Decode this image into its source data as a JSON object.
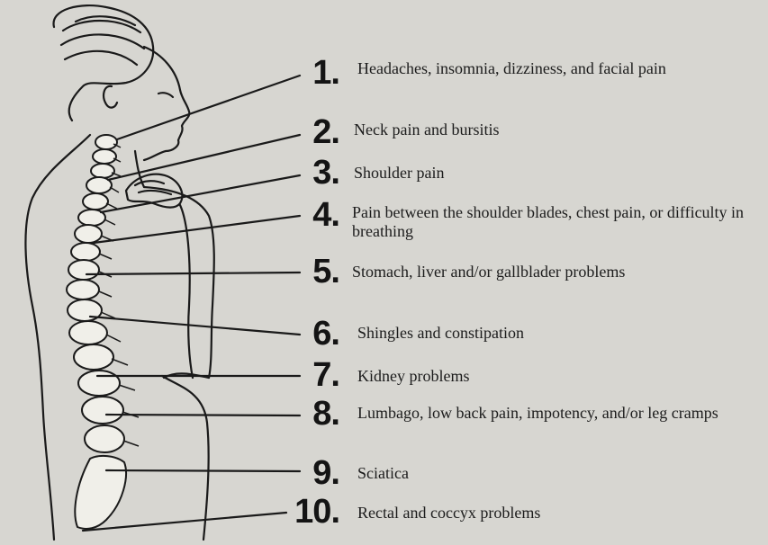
{
  "colors": {
    "background": "#d7d6d1",
    "ink": "#1a1a1a"
  },
  "items": [
    {
      "number": "1.",
      "text": "Headaches, insomnia, dizziness, and facial pain"
    },
    {
      "number": "2.",
      "text": "Neck pain and bursitis"
    },
    {
      "number": "3.",
      "text": "Shoulder pain"
    },
    {
      "number": "4.",
      "text": "Pain between the shoulder blades, chest pain, or difficulty in breathing"
    },
    {
      "number": "5.",
      "text": "Stomach, liver and/or gallblader problems"
    },
    {
      "number": "6.",
      "text": "Shingles and constipation"
    },
    {
      "number": "7.",
      "text": "Kidney problems"
    },
    {
      "number": "8.",
      "text": "Lumbago, low back pain, impotency, and/or leg cramps"
    },
    {
      "number": "9.",
      "text": "Sciatica"
    },
    {
      "number": "10.",
      "text": "Rectal and coccyx problems"
    }
  ]
}
